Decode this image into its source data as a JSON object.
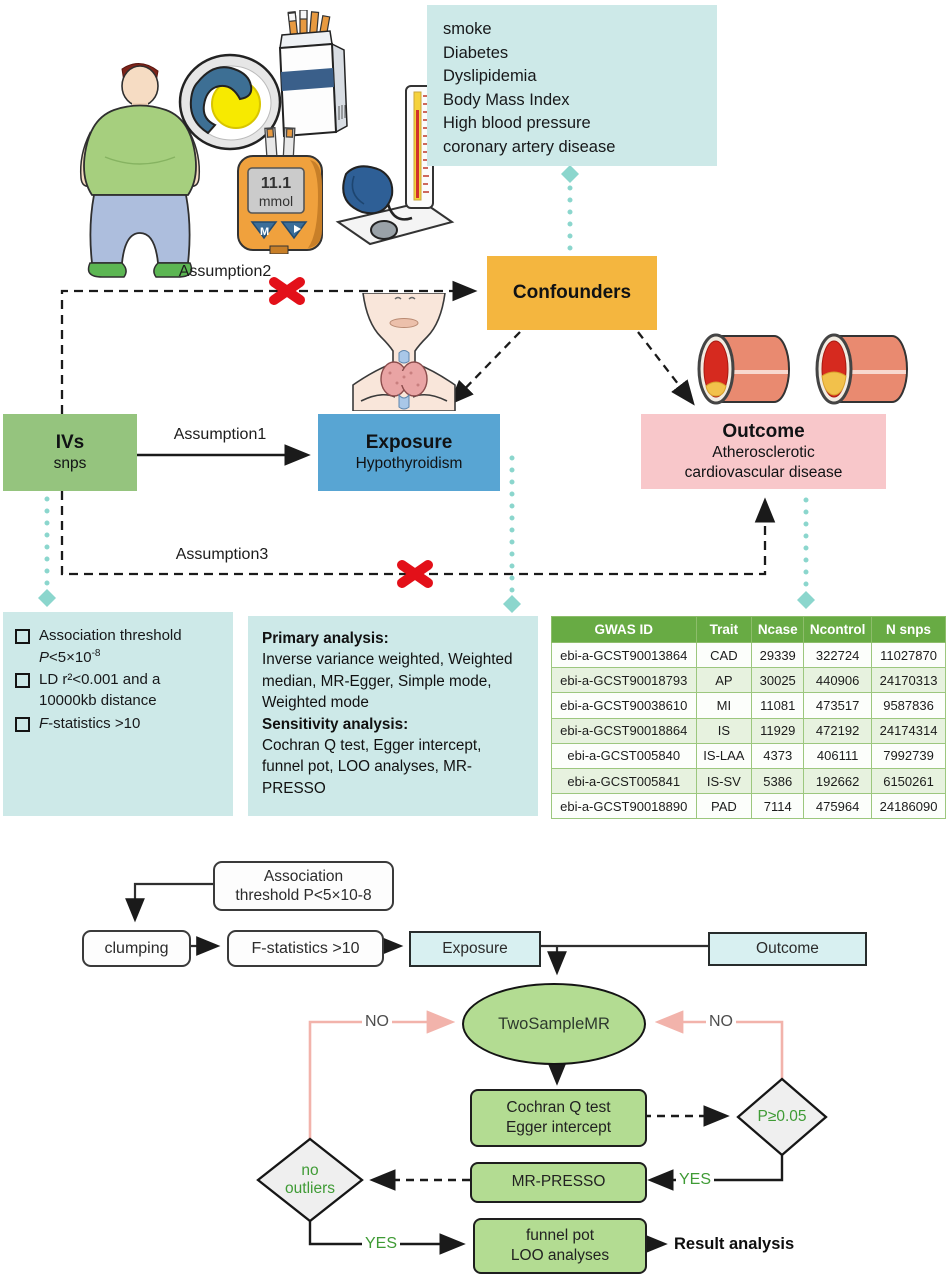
{
  "confounders_list": {
    "items": [
      "smoke",
      "Diabetes",
      "Dyslipidemia",
      "Body Mass Index",
      "High blood pressure",
      "coronary artery disease"
    ]
  },
  "glucometer": {
    "reading": "11.1",
    "unit": "mmol",
    "button_m": "M"
  },
  "dag": {
    "confounders": "Confounders",
    "ivs_title": "IVs",
    "ivs_sub": "snps",
    "exposure_title": "Exposure",
    "exposure_sub": "Hypothyroidism",
    "outcome_title": "Outcome",
    "outcome_sub1": "Atherosclerotic",
    "outcome_sub2": "cardiovascular disease",
    "assumption1": "Assumption1",
    "assumption2": "Assumption2",
    "assumption3": "Assumption3"
  },
  "criteria": {
    "item1_l1": "Association threshold",
    "item1_p": "P",
    "item1_mid": "<5×10",
    "item1_sup": "-8",
    "item2_l1": "LD r²<0.001 and a",
    "item2_l2": "10000kb distance",
    "item3_f": "F",
    "item3_rest": "-statistics >10"
  },
  "analysis": {
    "primary_label": "Primary analysis:",
    "primary_body": "Inverse variance weighted, Weighted median, MR-Egger, Simple mode, Weighted mode",
    "sensitivity_label": "Sensitivity analysis:",
    "sensitivity_body": "Cochran Q test, Egger intercept, funnel pot, LOO analyses, MR-PRESSO"
  },
  "gwas_table": {
    "headers": [
      "GWAS ID",
      "Trait",
      "Ncase",
      "Ncontrol",
      "N snps"
    ],
    "rows": [
      [
        "ebi-a-GCST90013864",
        "CAD",
        "29339",
        "322724",
        "11027870"
      ],
      [
        "ebi-a-GCST90018793",
        "AP",
        "30025",
        "440906",
        "24170313"
      ],
      [
        "ebi-a-GCST90038610",
        "MI",
        "11081",
        "473517",
        "9587836"
      ],
      [
        "ebi-a-GCST90018864",
        "IS",
        "11929",
        "472192",
        "24174314"
      ],
      [
        "ebi-a-GCST005840",
        "IS-LAA",
        "4373",
        "406111",
        "7992739"
      ],
      [
        "ebi-a-GCST005841",
        "IS-SV",
        "5386",
        "192662",
        "6150261"
      ],
      [
        "ebi-a-GCST90018890",
        "PAD",
        "7114",
        "475964",
        "24186090"
      ]
    ]
  },
  "flowchart": {
    "assoc_line1": "Association",
    "assoc_line2": "threshold P<5×10-8",
    "clumping": "clumping",
    "fstat": "F-statistics >10",
    "exposure": "Exposure",
    "outcome": "Outcome",
    "twosample": "TwoSampleMR",
    "cochran_l1": "Cochran Q test",
    "cochran_l2": "Egger intercept",
    "p_diamond": "P≥0.05",
    "mrpresso": "MR-PRESSO",
    "outliers_l1": "no",
    "outliers_l2": "outliers",
    "funnel_l1": "funnel pot",
    "funnel_l2": "LOO analyses",
    "result": "Result analysis",
    "yes": "YES",
    "no": "NO"
  },
  "palette": {
    "cyan_box": "#cde9e8",
    "cyan_dots": "#8bd6cd",
    "orange": "#f4b63f",
    "green_iv": "#95c47e",
    "blue_exposure": "#58a5d3",
    "pink_outcome": "#f8c7ca",
    "table_header_green": "#68ab44",
    "flow_green": "#b3dc92",
    "pink_line": "#f2b3ab",
    "red_x": "#e31019"
  }
}
